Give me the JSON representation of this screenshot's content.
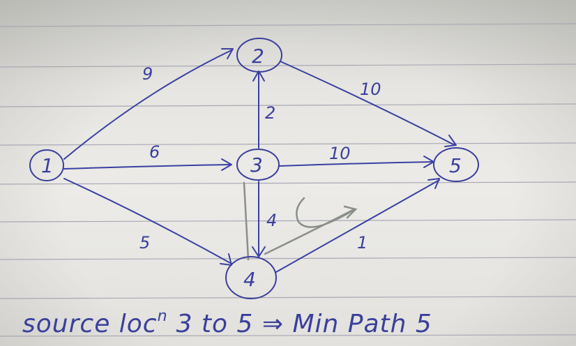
{
  "nodes": [
    {
      "id": "1",
      "label": "1"
    },
    {
      "id": "2",
      "label": "2"
    },
    {
      "id": "3",
      "label": "3"
    },
    {
      "id": "4",
      "label": "4"
    },
    {
      "id": "5",
      "label": "5"
    }
  ],
  "edges": [
    {
      "from": "1",
      "to": "2",
      "weight": "9"
    },
    {
      "from": "1",
      "to": "3",
      "weight": "6"
    },
    {
      "from": "1",
      "to": "4",
      "weight": "5"
    },
    {
      "from": "3",
      "to": "2",
      "weight": "2"
    },
    {
      "from": "2",
      "to": "5",
      "weight": "10"
    },
    {
      "from": "3",
      "to": "5",
      "weight": "10"
    },
    {
      "from": "3",
      "to": "4",
      "weight": "4"
    },
    {
      "from": "4",
      "to": "5",
      "weight": "1"
    }
  ],
  "caption": {
    "part1": "source loc",
    "superscript": "n",
    "part2": "3 to 5 ⇒ Min Path 5"
  },
  "colors": {
    "ink": "#3a3f9c",
    "pencil": "#8a8f88",
    "paper": "#e8e7e3",
    "rule": "#a9a8b4"
  }
}
